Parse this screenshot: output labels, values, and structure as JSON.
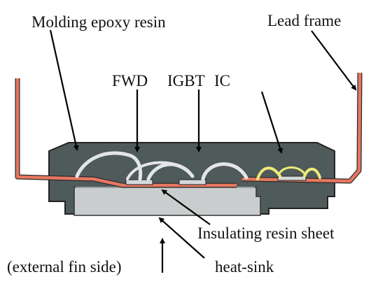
{
  "labels": {
    "molding": "Molding epoxy resin",
    "lead_frame": "Lead frame",
    "fwd": "FWD",
    "igbt": "IGBT",
    "ic": "IC",
    "insulating": "Insulating resin sheet",
    "heatsink": "heat-sink",
    "fin_side": "(external fin side)"
  },
  "colors": {
    "epoxy_body": "#4f5b5b",
    "lead_frame": "#e57760",
    "heatsink": "#c9cdcd",
    "wire_white": "#e4e6e6",
    "wire_yellow": "#eeea77",
    "chip": "#d4d8d8",
    "arrow": "#000000"
  }
}
